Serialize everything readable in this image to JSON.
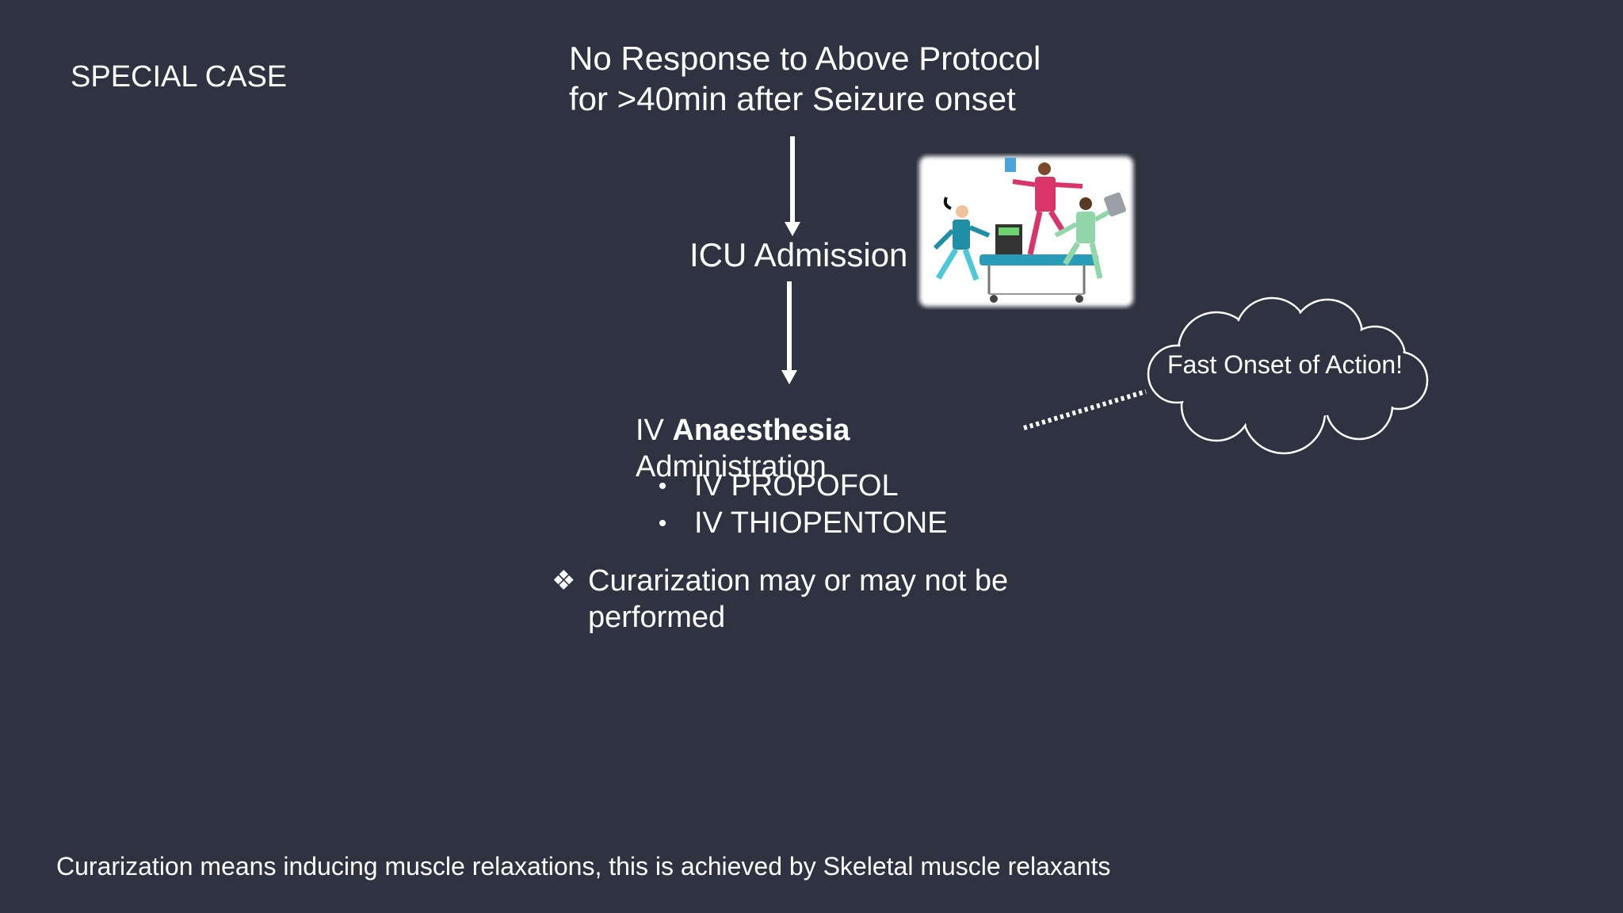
{
  "slide": {
    "section_label": "SPECIAL CASE",
    "step1": {
      "line1": "No Response to Above Protocol",
      "line2": "for >40min after Seizure onset"
    },
    "step2": "ICU Admission",
    "step3": {
      "prefix": "IV ",
      "bold": "Anaesthesia",
      "line2": "Administration"
    },
    "drugs": [
      "IV PROPOFOL",
      "IV THIOPENTONE"
    ],
    "note": "Curarization may or may not be performed",
    "callout": "Fast Onset of Action!",
    "footer": "Curarization means inducing muscle relaxations, this is achieved by Skeletal muscle relaxants"
  },
  "colors": {
    "background": "#2f3240",
    "text": "#ffffff"
  },
  "icons": {
    "bullet": "•",
    "note_marker": "❖",
    "illustration": "medical-team-rushing-gurney-illustration"
  }
}
